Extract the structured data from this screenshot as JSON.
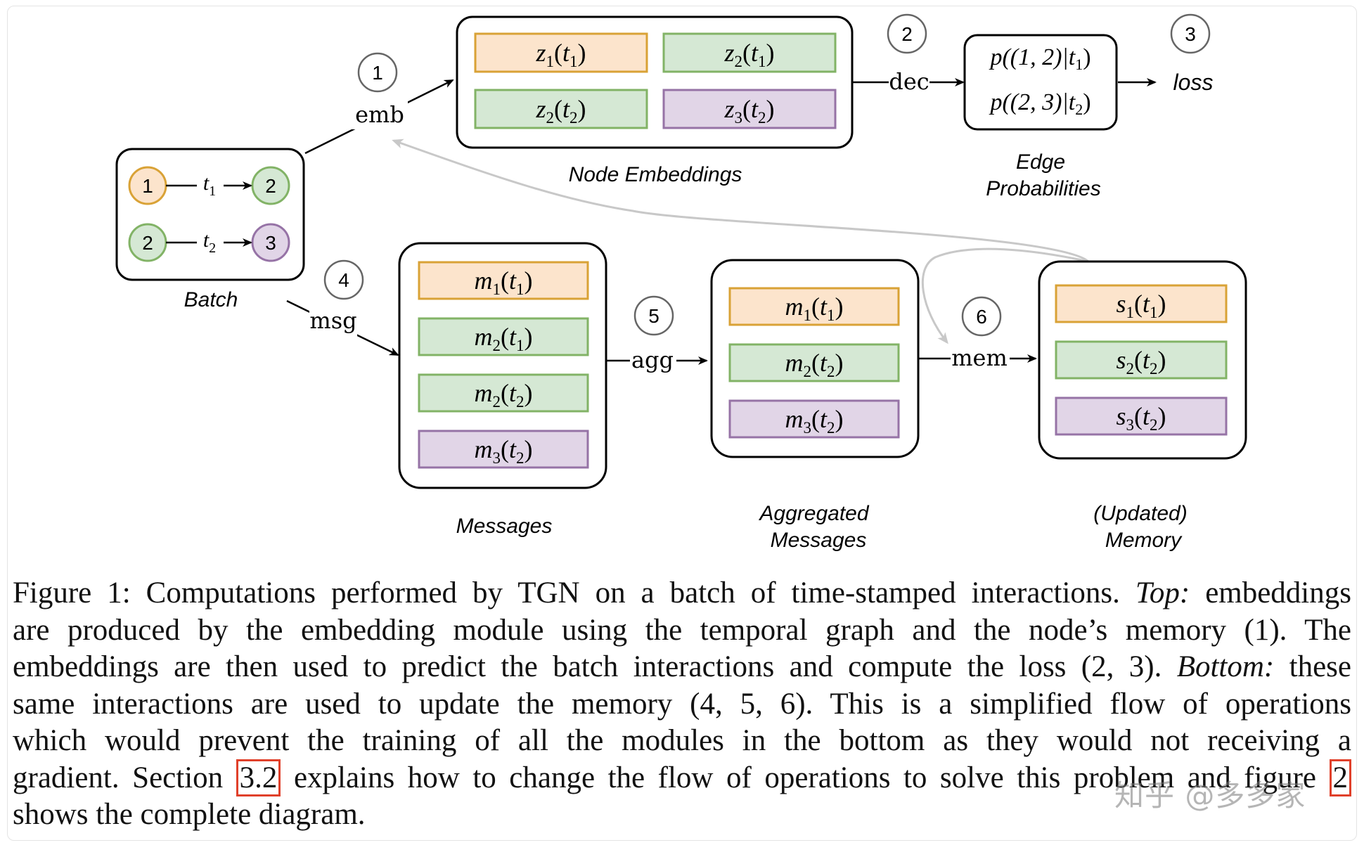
{
  "figure": {
    "steps": {
      "s1": "1",
      "s2": "2",
      "s3": "3",
      "s4": "4",
      "s5": "5",
      "s6": "6"
    },
    "edge_labels": {
      "emb": "emb",
      "dec": "dec",
      "msg": "msg",
      "agg": "agg",
      "mem": "mem"
    },
    "batch": {
      "caption": "Batch",
      "edge1": {
        "src": "1",
        "time": "t",
        "time_sub": "1",
        "dst": "2"
      },
      "edge2": {
        "src": "2",
        "time": "t",
        "time_sub": "2",
        "dst": "3"
      }
    },
    "node_embeddings": {
      "caption": "Node Embeddings",
      "cells": [
        {
          "var": "z",
          "sub": "1",
          "t_sub": "1",
          "color": "orange"
        },
        {
          "var": "z",
          "sub": "2",
          "t_sub": "1",
          "color": "green"
        },
        {
          "var": "z",
          "sub": "2",
          "t_sub": "2",
          "color": "green"
        },
        {
          "var": "z",
          "sub": "3",
          "t_sub": "2",
          "color": "purple"
        }
      ]
    },
    "edge_probabilities": {
      "caption_line1": "Edge",
      "caption_line2": "Probabilities",
      "row1": "p((1, 2)|t",
      "row1_sub": "1",
      "row2": "p((2, 3)|t",
      "row2_sub": "2",
      "close": ")"
    },
    "loss": "loss",
    "messages": {
      "caption": "Messages",
      "cells": [
        {
          "var": "m",
          "sub": "1",
          "t_sub": "1",
          "color": "orange"
        },
        {
          "var": "m",
          "sub": "2",
          "t_sub": "1",
          "color": "green"
        },
        {
          "var": "m",
          "sub": "2",
          "t_sub": "2",
          "color": "green"
        },
        {
          "var": "m",
          "sub": "3",
          "t_sub": "2",
          "color": "purple"
        }
      ]
    },
    "aggregated": {
      "caption_line1": "Aggregated",
      "caption_line2": "Messages",
      "cells": [
        {
          "var": "m",
          "sub": "1",
          "t_sub": "1",
          "color": "orange"
        },
        {
          "var": "m",
          "sub": "2",
          "t_sub": "2",
          "color": "green"
        },
        {
          "var": "m",
          "sub": "3",
          "t_sub": "2",
          "color": "purple"
        }
      ]
    },
    "memory": {
      "caption_line1": "(Updated)",
      "caption_line2": "Memory",
      "cells": [
        {
          "var": "s",
          "sub": "1",
          "t_sub": "1",
          "color": "orange"
        },
        {
          "var": "s",
          "sub": "2",
          "t_sub": "2",
          "color": "green"
        },
        {
          "var": "s",
          "sub": "3",
          "t_sub": "2",
          "color": "purple"
        }
      ]
    },
    "colors": {
      "orange_fill": "#fce4cc",
      "orange_stroke": "#d9a236",
      "green_fill": "#d5e8d4",
      "green_stroke": "#82b366",
      "purple_fill": "#e1d5e7",
      "purple_stroke": "#9673a6",
      "step_circle_stroke": "#666666",
      "grey_arrow": "#c8c8c8"
    }
  },
  "caption": {
    "lines": [
      [
        "Figure 1: Computations performed by TGN on a batch of time-stamped interactions. ",
        "Top:",
        " embeddings"
      ],
      [
        "are produced by the embedding module using the temporal graph and the node’s memory (1). The"
      ],
      [
        "embeddings are then used to predict the batch interactions and compute the loss (2, 3). ",
        "Bottom:",
        " these"
      ],
      [
        "same interactions are used to update the memory (4, 5, 6). This is a simplified flow of operations"
      ],
      [
        "which would prevent the training of all the modules in the bottom as they would not receiving a"
      ],
      [
        "gradient. Section ",
        "3.2",
        " explains how to change the flow of operations to solve this problem and figure ",
        "2"
      ],
      [
        "shows the complete diagram."
      ]
    ]
  },
  "watermark": "知乎 @多多家"
}
